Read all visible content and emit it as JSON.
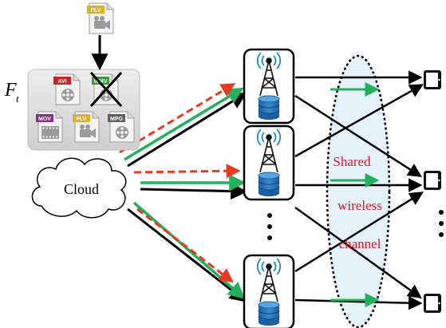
{
  "cache_label_main": "F",
  "cache_label_sub": "t",
  "cloud_label": "Cloud",
  "channel_words": [
    "Shared",
    "wireless",
    "channel"
  ],
  "new_file_badge": "FLV",
  "cache_files": [
    {
      "badge": "AVI",
      "color": "#cc2222",
      "icon": "film-reel-icon"
    },
    {
      "badge": "WMV",
      "color": "#3a9a3a",
      "icon": "film-reel-icon",
      "evicted": true
    },
    {
      "badge": "MOV",
      "color": "#8a2a8a",
      "icon": "film-strip-icon"
    },
    {
      "badge": "FLV",
      "color": "#e0b020",
      "icon": "camera-icon"
    },
    {
      "badge": "MPG",
      "color": "#606060",
      "icon": "film-reel-icon"
    }
  ],
  "colors": {
    "cloud_to_bs_solid": "#22b05a",
    "cloud_to_bs_dashed": "#e83a20",
    "links": "#000000",
    "channel_fill": "#e6f2fa",
    "channel_text": "#e8141c",
    "tower": "#111111",
    "cache_db": "#1e6fb5"
  }
}
